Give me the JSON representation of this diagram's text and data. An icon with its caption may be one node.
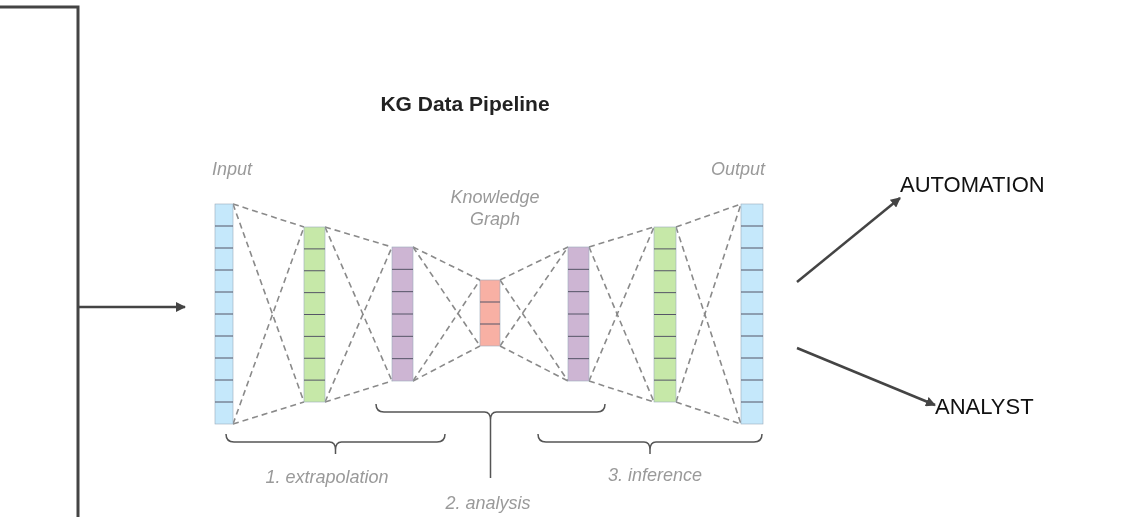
{
  "diagram": {
    "title": "KG Data Pipeline",
    "nodes": [
      {
        "text": [],
        "shape": "picture"
      },
      {
        "text": [
          "AUTOMATION"
        ]
      },
      {
        "text": [
          "ANALYST"
        ]
      }
    ],
    "edges": [
      {
        "from": null,
        "to": 0,
        "arrow": "to"
      },
      {
        "from": 0,
        "to": 1,
        "arrow": "to"
      },
      {
        "from": 0,
        "to": 2,
        "arrow": "to"
      }
    ],
    "labels": [
      "Input",
      "Knowledge Graph",
      "Output",
      "1. extrapolation",
      "2. analysis",
      "3. inference"
    ]
  }
}
